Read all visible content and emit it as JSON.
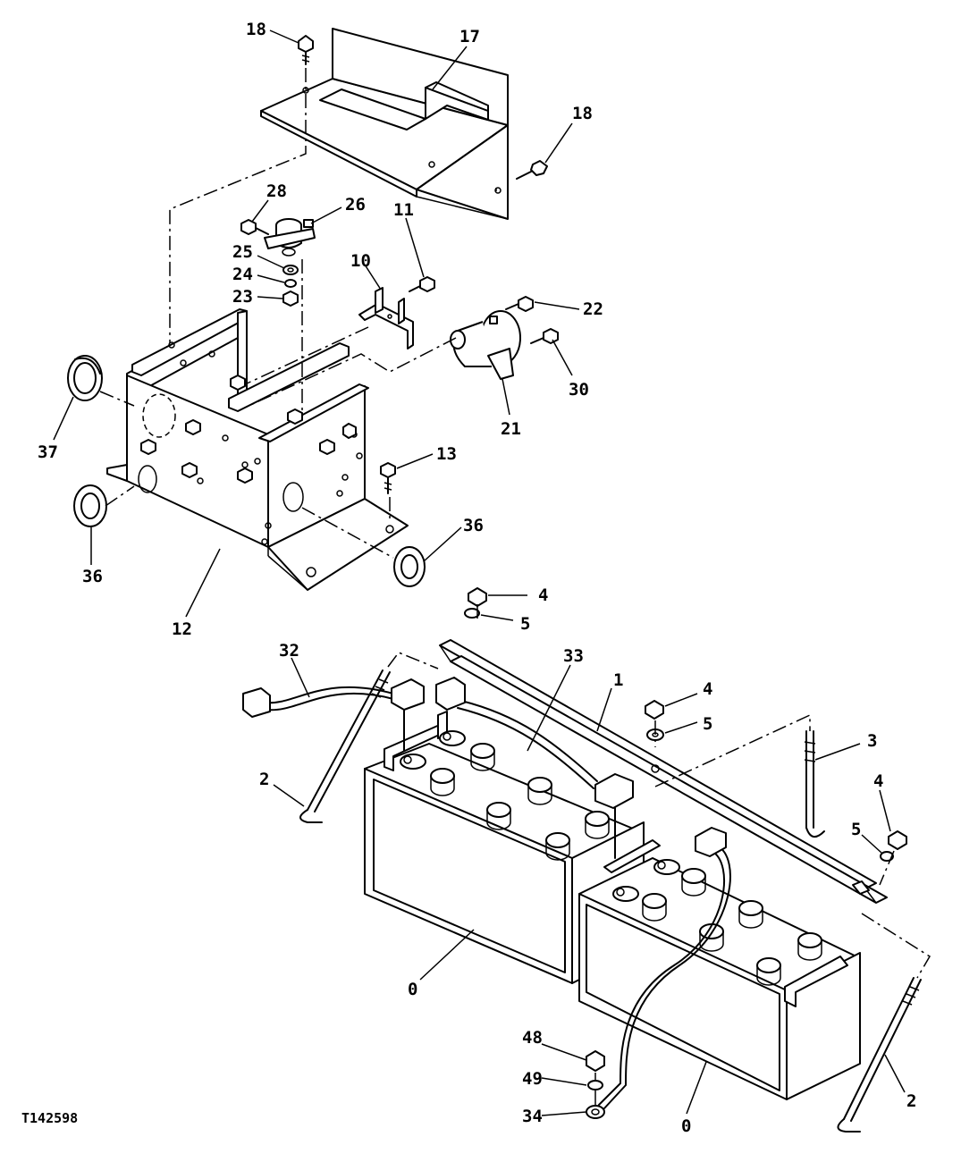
{
  "figure_id": "T142598",
  "callouts": {
    "c18a": "18",
    "c17": "17",
    "c18b": "18",
    "c28": "28",
    "c26": "26",
    "c25": "25",
    "c24": "24",
    "c23": "23",
    "c11": "11",
    "c10": "10",
    "c22": "22",
    "c30": "30",
    "c21": "21",
    "c37": "37",
    "c13": "13",
    "c36a": "36",
    "c36b": "36",
    "c12": "12",
    "c4a": "4",
    "c5a": "5",
    "c32": "32",
    "c33": "33",
    "c1": "1",
    "c4b": "4",
    "c5b": "5",
    "c3": "3",
    "c4c": "4",
    "c5c": "5",
    "c2a": "2",
    "c0a": "0",
    "c48": "48",
    "c49": "49",
    "c34": "34",
    "c0b": "0",
    "c2b": "2"
  }
}
